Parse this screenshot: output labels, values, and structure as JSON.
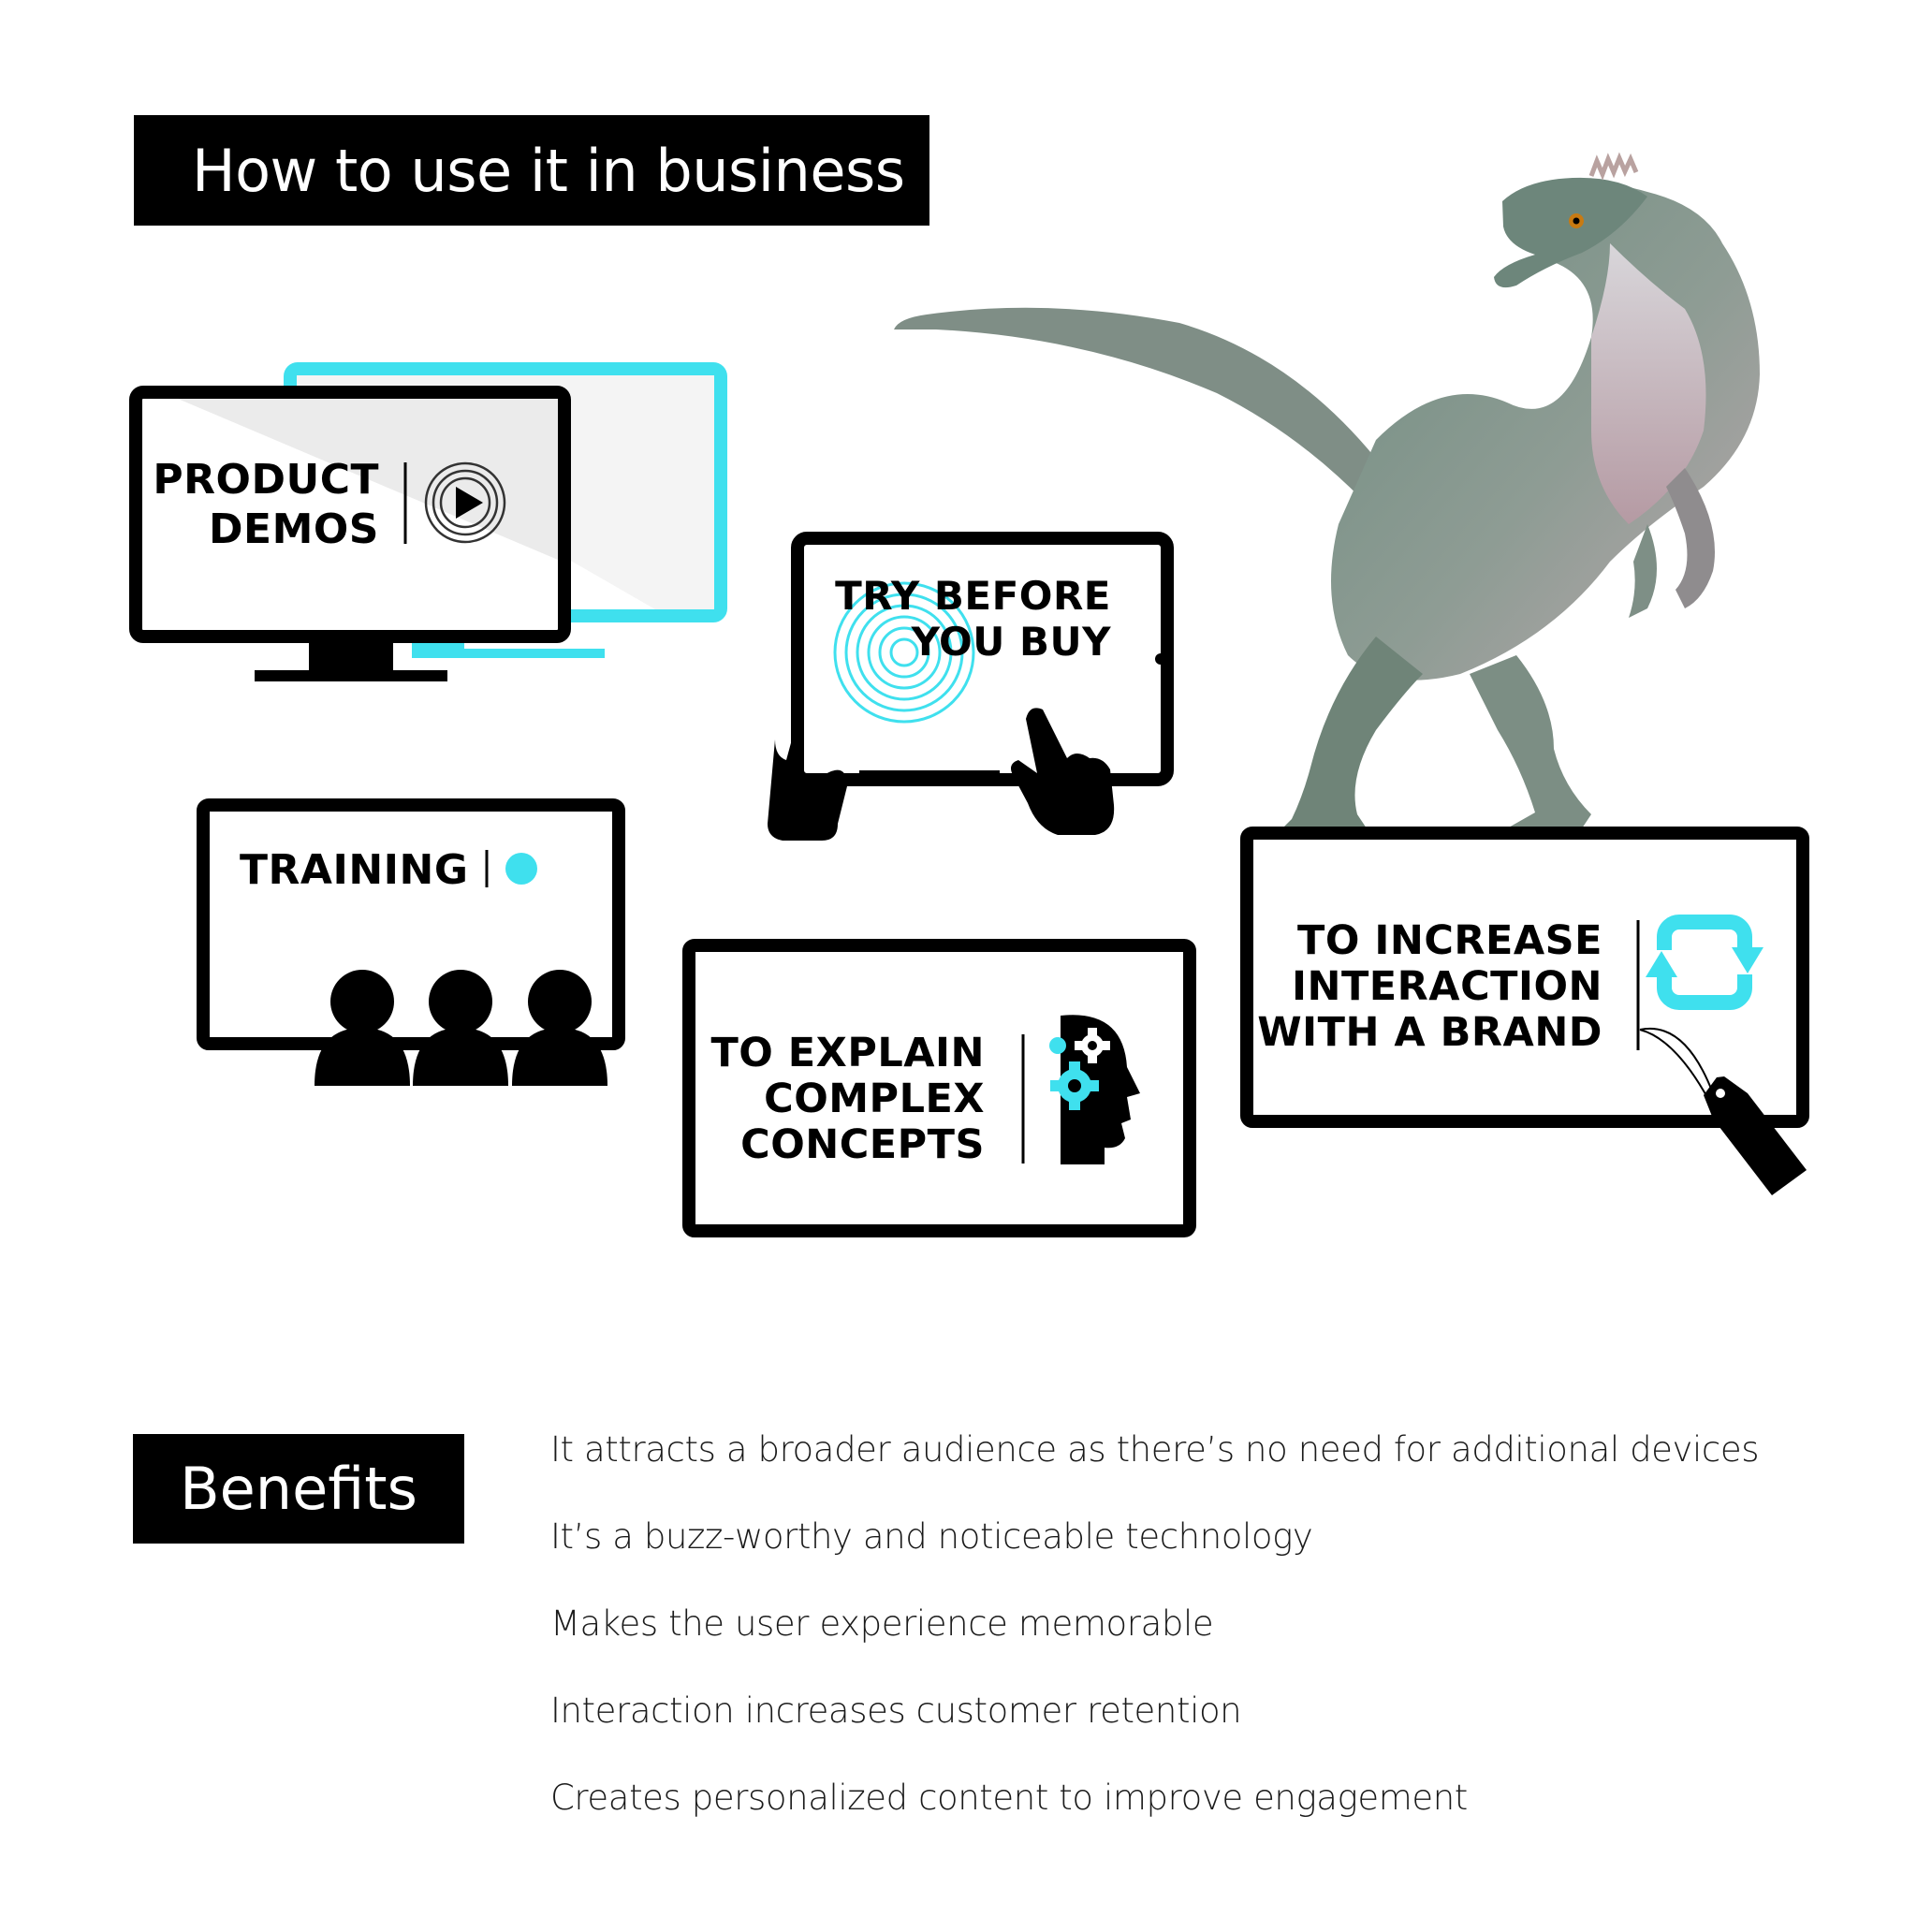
{
  "header": {
    "title": "How to use it in business"
  },
  "cards": {
    "product_demos": {
      "line1": "PRODUCT",
      "line2": "DEMOS"
    },
    "try_before": {
      "line1": "TRY BEFORE",
      "line2": "YOU BUY"
    },
    "training": {
      "line1": "TRAINING"
    },
    "explain": {
      "line1": "TO EXPLAIN",
      "line2": "COMPLEX",
      "line3": "CONCEPTS"
    },
    "interaction": {
      "line1": "TO INCREASE",
      "line2": "INTERACTION",
      "line3": "WITH A BRAND"
    }
  },
  "benefits": {
    "title": "Benefits",
    "items": [
      "It attracts a broader audience as there’s no need for additional devices",
      "It’s a buzz-worthy and noticeable technology",
      "Makes the user experience memorable",
      "Interaction increases customer retention",
      "Creates personalized content to improve engagement"
    ]
  },
  "colors": {
    "accent": "#3fe0ee",
    "ink": "#000000",
    "background": "#ffffff"
  },
  "icons": [
    "play-icon",
    "target-rings-icon",
    "hand-icon",
    "pointing-hand-icon",
    "record-dot-icon",
    "people-icon",
    "head-gears-icon",
    "refresh-icon",
    "price-tag-icon",
    "dinosaur-illustration"
  ]
}
